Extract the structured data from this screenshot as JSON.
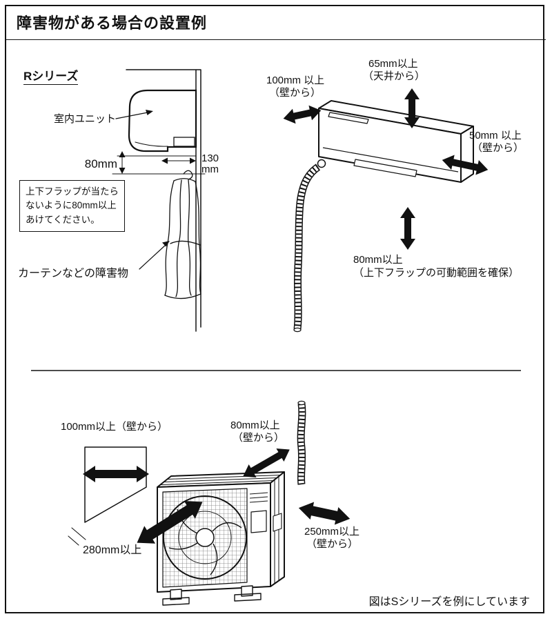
{
  "page": {
    "title": "障害物がある場合の設置例",
    "footer_note": "図はSシリーズを例にしています"
  },
  "indoor_side": {
    "series_label": "Rシリーズ",
    "unit_label": "室内ユニット",
    "dim_80": "80mm",
    "dim_130_value": "130",
    "dim_130_unit": "mm",
    "note_line1": "上下フラップが当たら",
    "note_line2": "ないように80mm以上",
    "note_line3": "あけてください。",
    "curtain_label": "カーテンなどの障害物"
  },
  "indoor_3d": {
    "left_line1": "100mm 以上",
    "left_line2": "（壁から）",
    "top_line1": "65mm以上",
    "top_line2": "（天井から）",
    "right_line1": "50mm 以上",
    "right_line2": "（壁から）",
    "bottom_line1": "80mm以上",
    "bottom_line2": "（上下フラップの可動範囲を確保）"
  },
  "outdoor": {
    "left_label": "100mm以上（壁から）",
    "top_line1": "80mm以上",
    "top_line2": "（壁から）",
    "right_line1": "250mm以上",
    "right_line2": "（壁から）",
    "front_label": "280mm以上"
  }
}
